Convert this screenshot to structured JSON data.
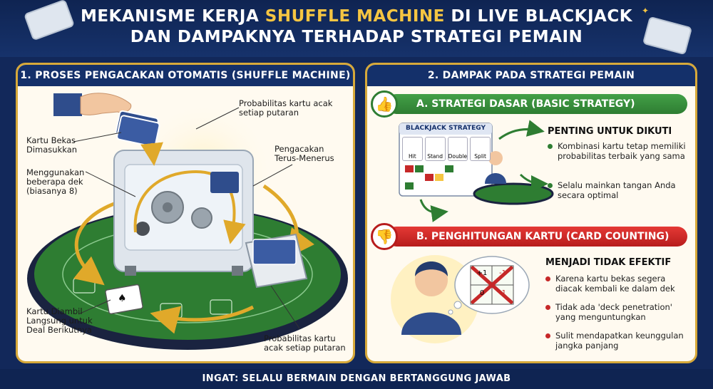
{
  "header": {
    "title_part1": "MEKANISME KERJA ",
    "title_highlight": "SHUFFLE MACHINE",
    "title_part2": " DI LIVE BLACKJACK",
    "title_line2": "DAN DAMPAKNYA TERHADAP STRATEGI PEMAIN",
    "highlight_color": "#f5c542"
  },
  "left_panel": {
    "heading": "1. PROSES PENGACAKAN OTOMATIS (SHUFFLE MACHINE)",
    "labels": {
      "kartu_bekas": "Kartu Bekas Dimasukkan",
      "beberapa_dek": "Menggunakan beberapa dek (biasanya 8)",
      "prob_top": "Probabilitas kartu acak setiap putaran",
      "terus_menerus": "Pengacakan Terus-Menerus",
      "kartu_diambil": "Kartu Diambil Langsung untuk Deal Berikutnya",
      "prob_bottom": "Probabilitas kartu acak setiap putaran"
    },
    "table_color": "#2e7d32"
  },
  "right_panel": {
    "heading": "2. DAMPAK PADA STRATEGI PEMAIN",
    "section_a": {
      "banner": "A. STRATEGI DASAR (BASIC STRATEGY)",
      "icon": "thumbs-up-icon",
      "chart_title": "BLACKJACK STRATEGY",
      "chart_buttons": [
        "Hit",
        "Stand",
        "Double",
        "Split"
      ],
      "subtitle": "PENTING UNTUK DIKUTI",
      "bullets": [
        "Kombinasi kartu tetap memiliki probabilitas terbaik yang sama",
        "Selalu mainkan tangan Anda secara optimal"
      ]
    },
    "section_b": {
      "banner": "B. PENGHITUNGAN KARTU (CARD COUNTING)",
      "icon": "thumbs-down-icon",
      "count_values": [
        "+1",
        "-1",
        "0",
        "-1"
      ],
      "subtitle": "MENJADI TIDAK EFEKTIF",
      "bullets": [
        "Karena kartu bekas segera diacak kembali ke dalam dek",
        "Tidak ada 'deck penetration' yang menguntungkan",
        "Sulit mendapatkan keunggulan jangka panjang"
      ]
    }
  },
  "footer": {
    "text": "INGAT: SELALU BERMAIN DENGAN BERTANGGUNG JAWAB"
  }
}
